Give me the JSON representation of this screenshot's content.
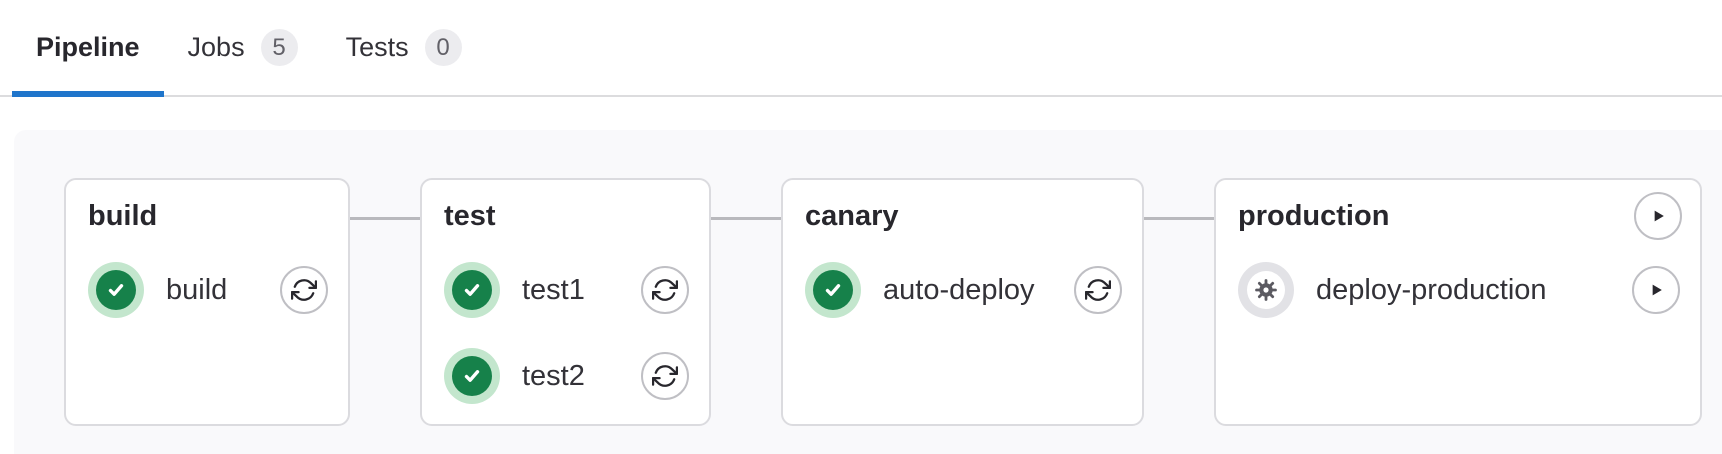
{
  "tabs": {
    "items": [
      {
        "label": "Pipeline",
        "active": true
      },
      {
        "label": "Jobs",
        "badge": "5"
      },
      {
        "label": "Tests",
        "badge": "0"
      }
    ]
  },
  "pipeline": {
    "stages": [
      {
        "name": "build",
        "jobs": [
          {
            "name": "build",
            "status": "success",
            "action": "retry"
          }
        ]
      },
      {
        "name": "test",
        "jobs": [
          {
            "name": "test1",
            "status": "success",
            "action": "retry"
          },
          {
            "name": "test2",
            "status": "success",
            "action": "retry"
          }
        ]
      },
      {
        "name": "canary",
        "jobs": [
          {
            "name": "auto-deploy",
            "status": "success",
            "action": "retry"
          }
        ]
      },
      {
        "name": "production",
        "header_action": "play",
        "jobs": [
          {
            "name": "deploy-production",
            "status": "manual",
            "action": "play"
          }
        ]
      }
    ]
  },
  "colors": {
    "accent_blue": "#1f75cb",
    "success_green": "#16814a",
    "success_halo": "#c3e6cd",
    "manual_halo": "#e2e2e6",
    "gear_gray": "#5b5a61",
    "connector_gray": "#b9b9bd"
  }
}
